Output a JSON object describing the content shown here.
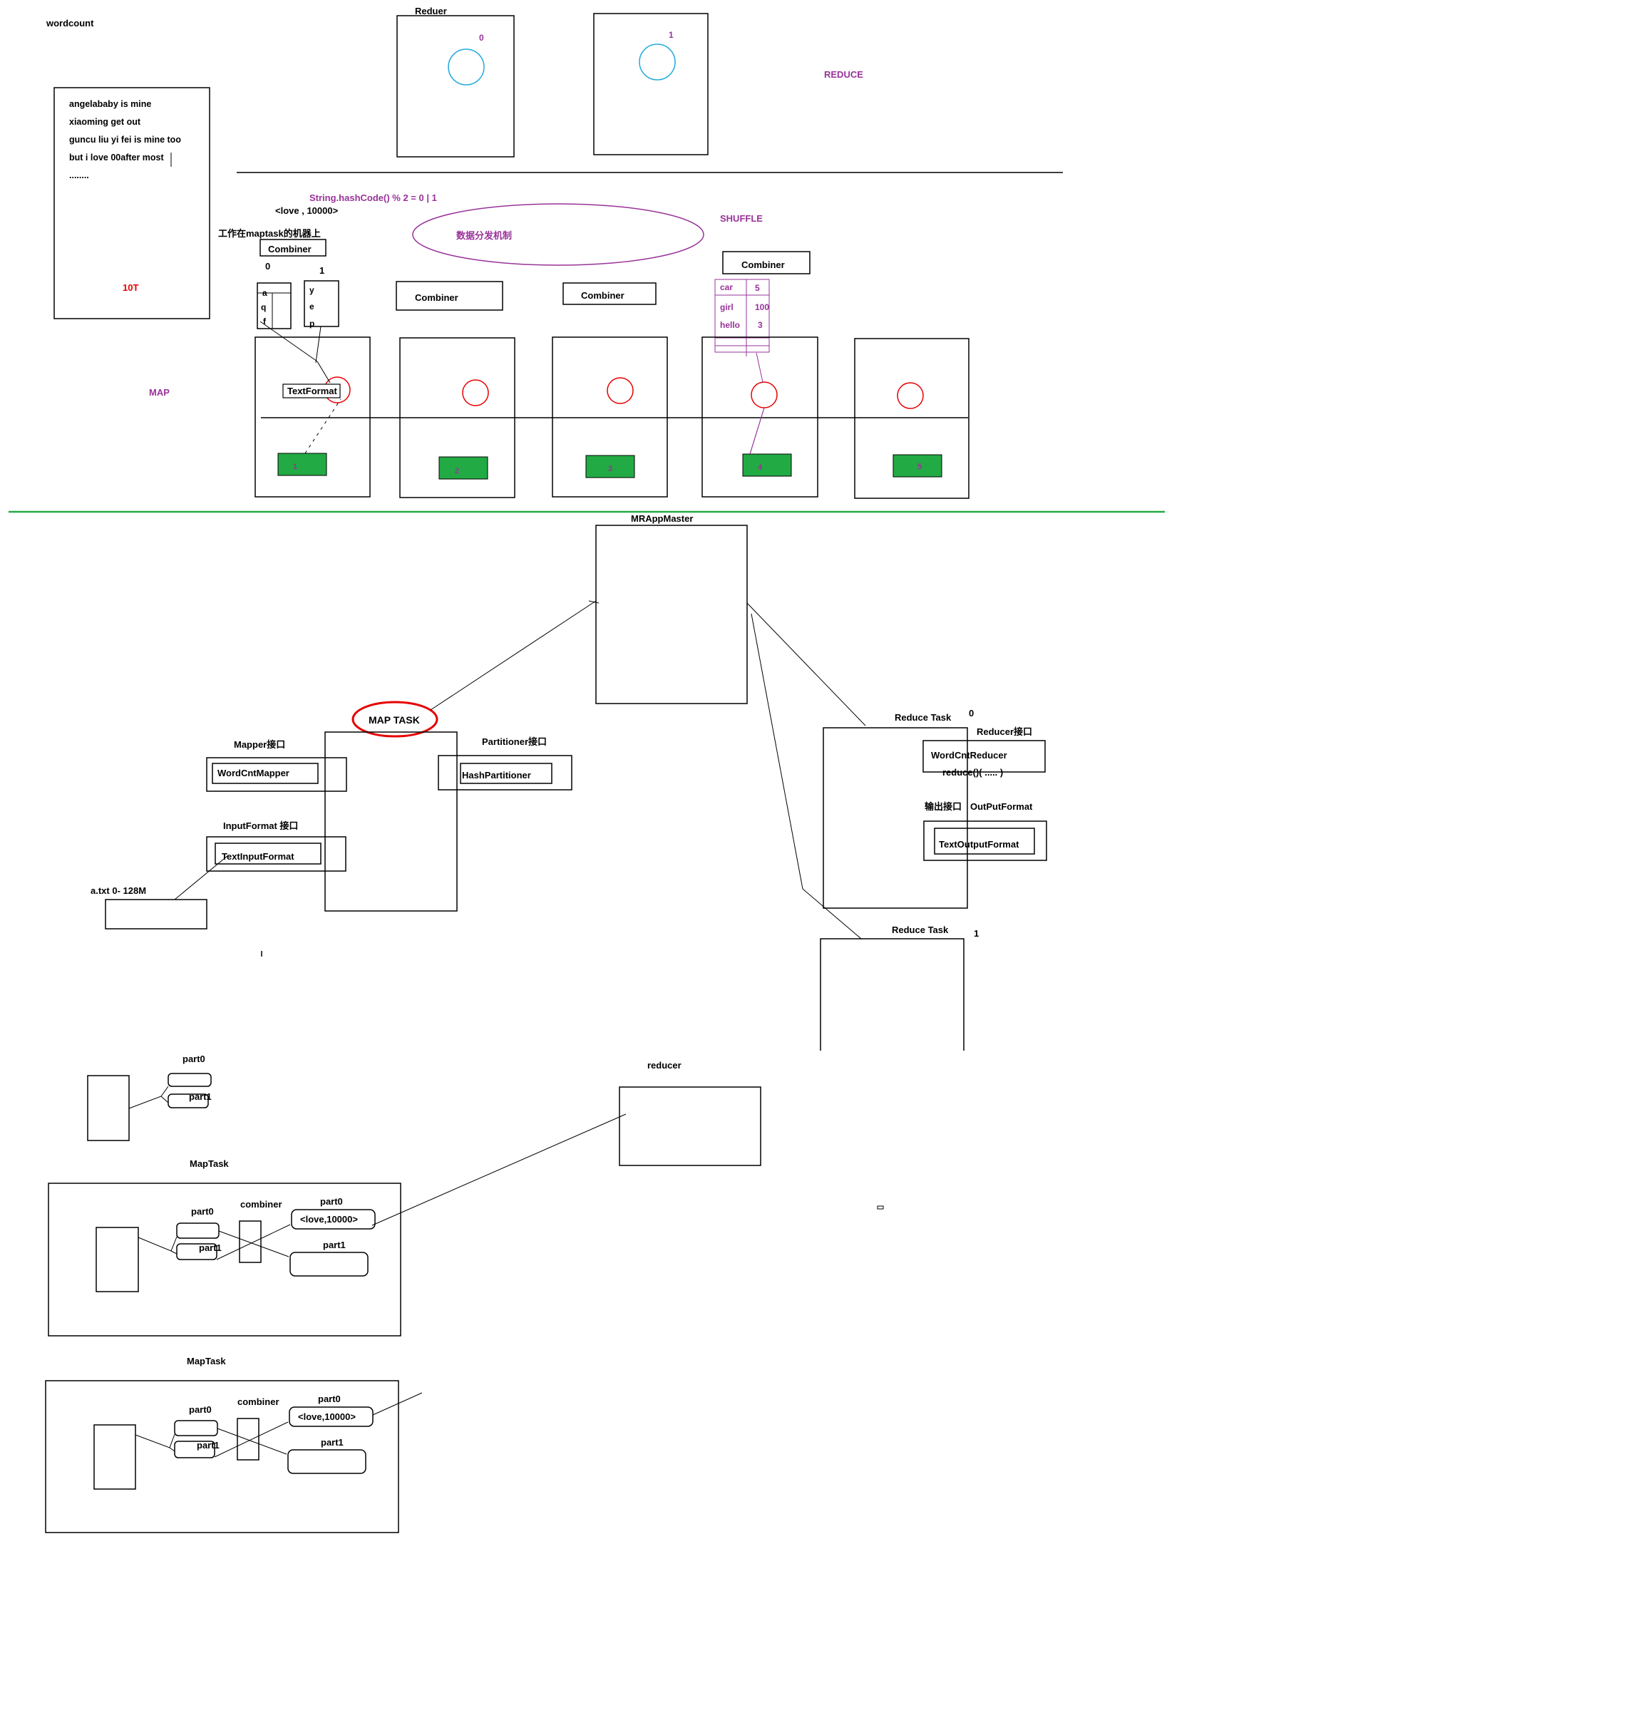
{
  "colors": {
    "ink": "#000000",
    "purple": "#993399",
    "red": "#e60000",
    "cyan": "#22aadd",
    "green": "#22aa44",
    "green_line": "#22aa44"
  },
  "top": {
    "title": "wordcount",
    "input_lines": [
      "angelababy is mine",
      "xiaoming get out",
      "guncu  liu yi fei is mine too",
      "but  i love 00after most",
      "........"
    ],
    "input_size": "10T",
    "reducer_label": "Reduer",
    "reducer0_index": "0",
    "reducer1_index": "1",
    "reduce_label": "REDUCE",
    "hash_formula": "String.hashCode() % 2 =  0 | 1",
    "kv_example": "<love , 10000>",
    "shuffle_ellipse_label": "数据分发机制",
    "shuffle_label": "SHUFFLE",
    "combiner_note": "工作在maptask的机器上",
    "combiner_label": "Combiner",
    "part0_index": "0",
    "part1_index": "1",
    "part0_letters": [
      "a",
      "q",
      "f"
    ],
    "part1_letters": [
      "y",
      "e",
      "p"
    ],
    "combiner_table": [
      [
        "car",
        "5"
      ],
      [
        "girl",
        "100"
      ],
      [
        "hello",
        "3"
      ]
    ],
    "map_label": "MAP",
    "textformat_label": "TextFormat",
    "split_labels": [
      "1",
      "2",
      "3",
      "4",
      "5"
    ]
  },
  "middle": {
    "mrappmaster_label": "MRAppMaster",
    "maptask_label": "MAP  TASK",
    "mapper_interface": "Mapper接口",
    "mapper_impl": "WordCntMapper",
    "partitioner_interface": "Partitioner接口",
    "partitioner_impl": "HashPartitioner",
    "inputformat_interface": "InputFormat 接口",
    "inputformat_impl": "TextInputFormat",
    "input_file": "a.txt  0-   128M",
    "reduce_task0_label": "Reduce Task",
    "reduce_task0_index": "0",
    "reducer_interface": "Reducer接口",
    "reducer_impl": "WordCntReducer",
    "reduce_method": "reduce()( ..... )",
    "output_interface": "输出接口",
    "outputformat_label": "OutPutFormat",
    "outputformat_impl": "TextOutputFormat",
    "reduce_task1_label": "Reduce Task",
    "reduce_task1_index": "1"
  },
  "bottom": {
    "part0_label": "part0",
    "part1_label": "part1",
    "reducer_label": "reducer",
    "maptask_label": "MapTask",
    "combiner_label": "combiner",
    "kv_label": "<love,10000>"
  }
}
